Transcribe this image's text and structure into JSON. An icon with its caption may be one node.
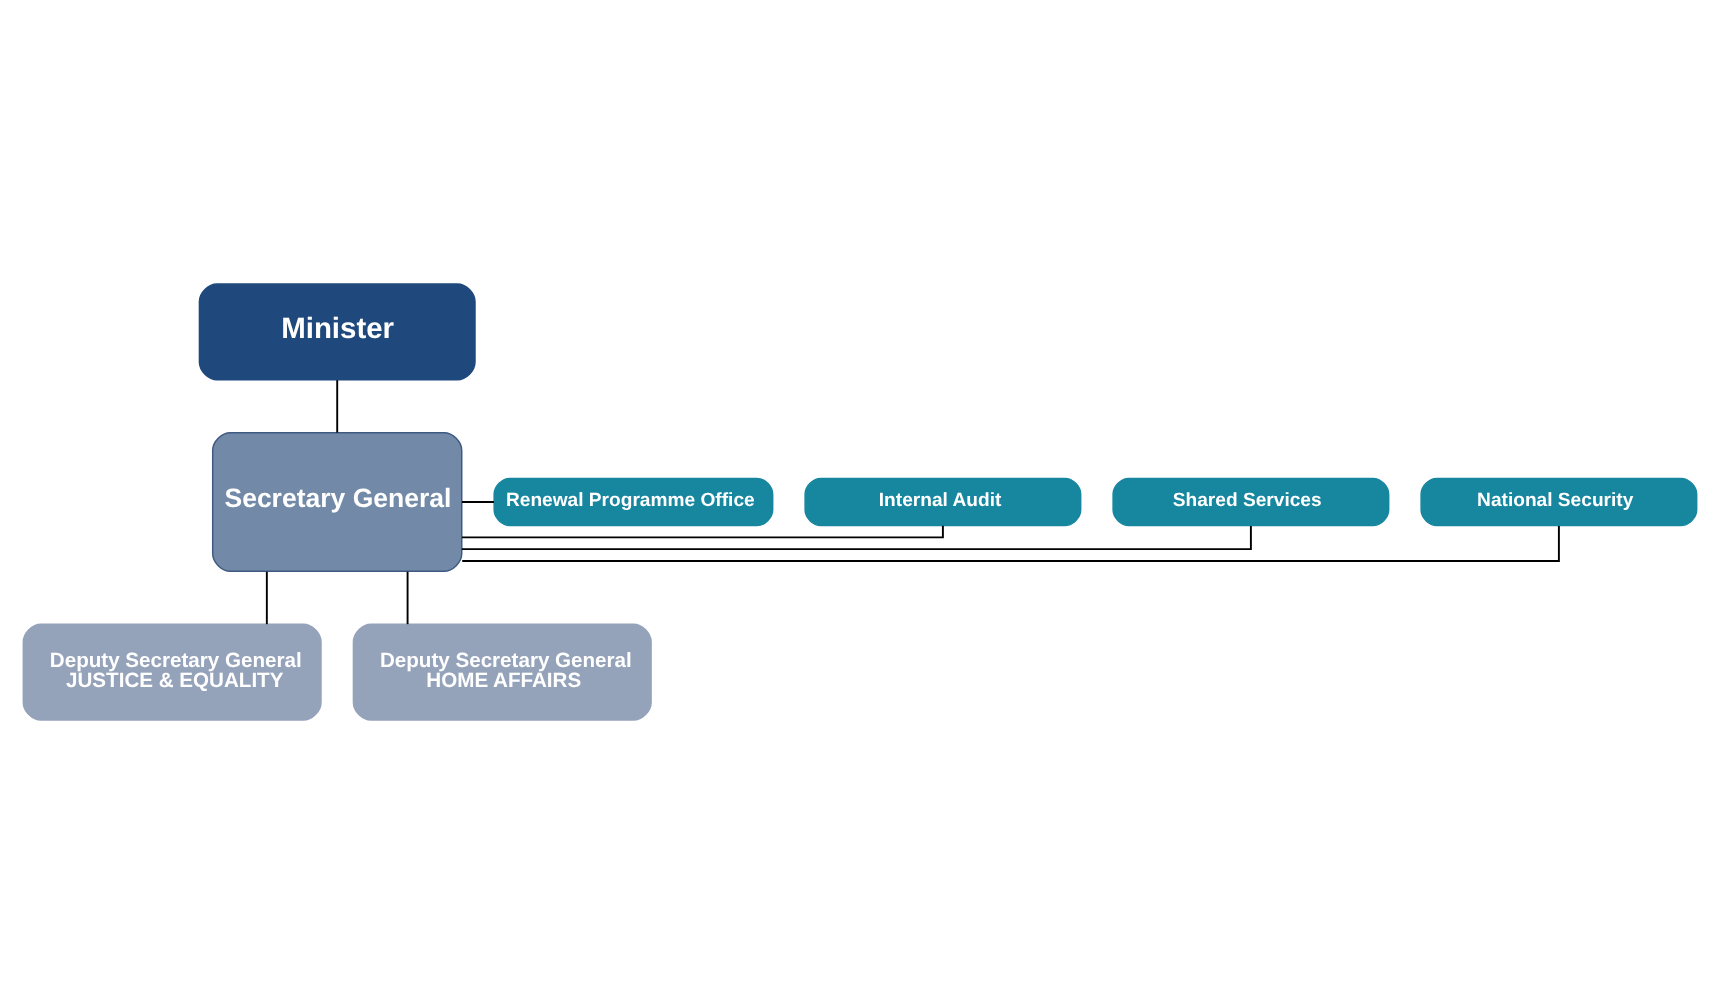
{
  "diagram": {
    "nodes": [
      {
        "text": [
          "Minister"
        ]
      },
      {
        "text": [
          "Secretary General"
        ]
      },
      {
        "text": [
          "National Security"
        ]
      },
      {
        "text": [
          "Shared Services"
        ]
      },
      {
        "text": [
          "Internal Audit"
        ]
      },
      {
        "text": [
          "Renewal Programme Office"
        ]
      },
      {
        "text": [
          "Deputy Secretary General",
          "JUSTICE & EQUALITY"
        ]
      },
      {
        "text": [
          "Deputy Secretary General",
          "HOME AFFAIRS"
        ]
      }
    ],
    "edges": [
      {
        "from": 0,
        "to": 1,
        "arrow": "none"
      },
      {
        "from": 1,
        "to": 2,
        "arrow": "none"
      },
      {
        "from": 1,
        "to": 3,
        "arrow": "none"
      },
      {
        "from": 1,
        "to": 4,
        "arrow": "none"
      },
      {
        "from": 1,
        "to": 5,
        "arrow": "none"
      },
      {
        "from": 1,
        "to": 6,
        "arrow": "none"
      },
      {
        "from": 1,
        "to": 7,
        "arrow": "none"
      }
    ]
  }
}
